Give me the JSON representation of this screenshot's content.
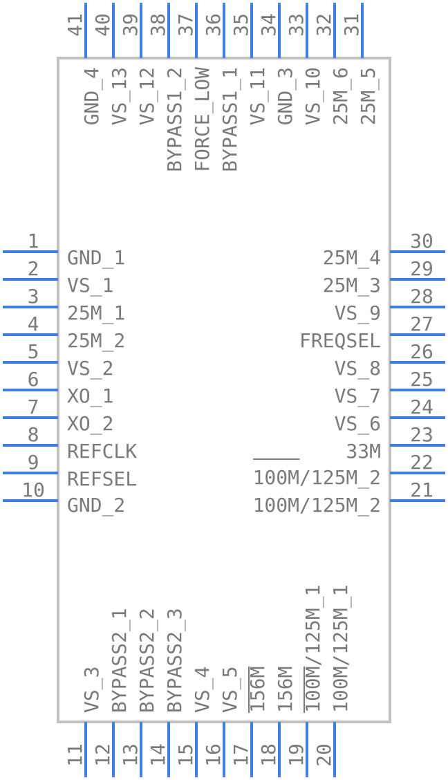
{
  "colors": {
    "body_outline": "#c0c0c0",
    "pin": "#3d7fe6",
    "text": "#7a7a7a"
  },
  "left_pins": [
    {
      "number": "1",
      "label": "GND_1"
    },
    {
      "number": "2",
      "label": "VS_1"
    },
    {
      "number": "3",
      "label": "25M_1"
    },
    {
      "number": "4",
      "label": "25M_2"
    },
    {
      "number": "5",
      "label": "VS_2"
    },
    {
      "number": "6",
      "label": "XO_1"
    },
    {
      "number": "7",
      "label": "XO_2"
    },
    {
      "number": "8",
      "label": "REFCLK"
    },
    {
      "number": "9",
      "label": "REFSEL"
    },
    {
      "number": "10",
      "label": "GND_2"
    }
  ],
  "right_pins": [
    {
      "number": "30",
      "label": "25M_4"
    },
    {
      "number": "29",
      "label": "25M_3"
    },
    {
      "number": "28",
      "label": "VS_9"
    },
    {
      "number": "27",
      "label": "FREQSEL"
    },
    {
      "number": "26",
      "label": "VS_8"
    },
    {
      "number": "25",
      "label": "VS_7"
    },
    {
      "number": "24",
      "label": "VS_6"
    },
    {
      "number": "23",
      "label": "33M"
    },
    {
      "number": "22",
      "label": "100M/125M_2",
      "overbar": "100M"
    },
    {
      "number": "21",
      "label": "100M/125M_2"
    }
  ],
  "bottom_pins": [
    {
      "number": "11",
      "label": "VS_3"
    },
    {
      "number": "12",
      "label": "BYPASS2_1"
    },
    {
      "number": "13",
      "label": "BYPASS2_2"
    },
    {
      "number": "14",
      "label": "BYPASS2_3"
    },
    {
      "number": "15",
      "label": "VS_4"
    },
    {
      "number": "16",
      "label": "VS_5"
    },
    {
      "number": "17",
      "label": "156M",
      "overbar": "156M"
    },
    {
      "number": "18",
      "label": "156M"
    },
    {
      "number": "19",
      "label": "100M/125M_1",
      "overbar": "100M"
    },
    {
      "number": "20",
      "label": "100M/125M_1"
    }
  ],
  "top_pins": [
    {
      "number": "41",
      "label": "GND_4"
    },
    {
      "number": "40",
      "label": "VS_13"
    },
    {
      "number": "39",
      "label": "VS_12"
    },
    {
      "number": "38",
      "label": "BYPASS1_2"
    },
    {
      "number": "37",
      "label": "FORCE_LOW"
    },
    {
      "number": "36",
      "label": "BYPASS1_1"
    },
    {
      "number": "35",
      "label": "VS_11"
    },
    {
      "number": "34",
      "label": "GND_3"
    },
    {
      "number": "33",
      "label": "VS_10"
    },
    {
      "number": "32",
      "label": "25M_6"
    },
    {
      "number": "31",
      "label": "25M_5"
    }
  ]
}
